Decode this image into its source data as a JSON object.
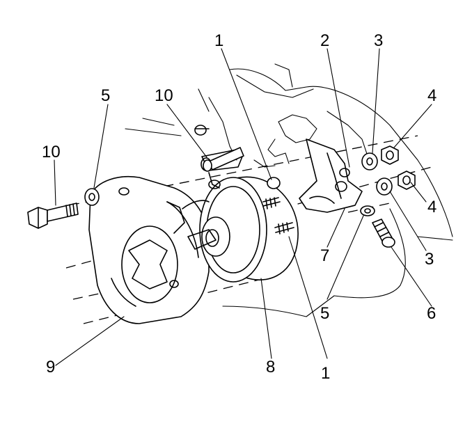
{
  "callouts": [
    "1",
    "1",
    "2",
    "3",
    "3",
    "4",
    "4",
    "5",
    "5",
    "6",
    "7",
    "8",
    "9",
    "10",
    "10"
  ]
}
